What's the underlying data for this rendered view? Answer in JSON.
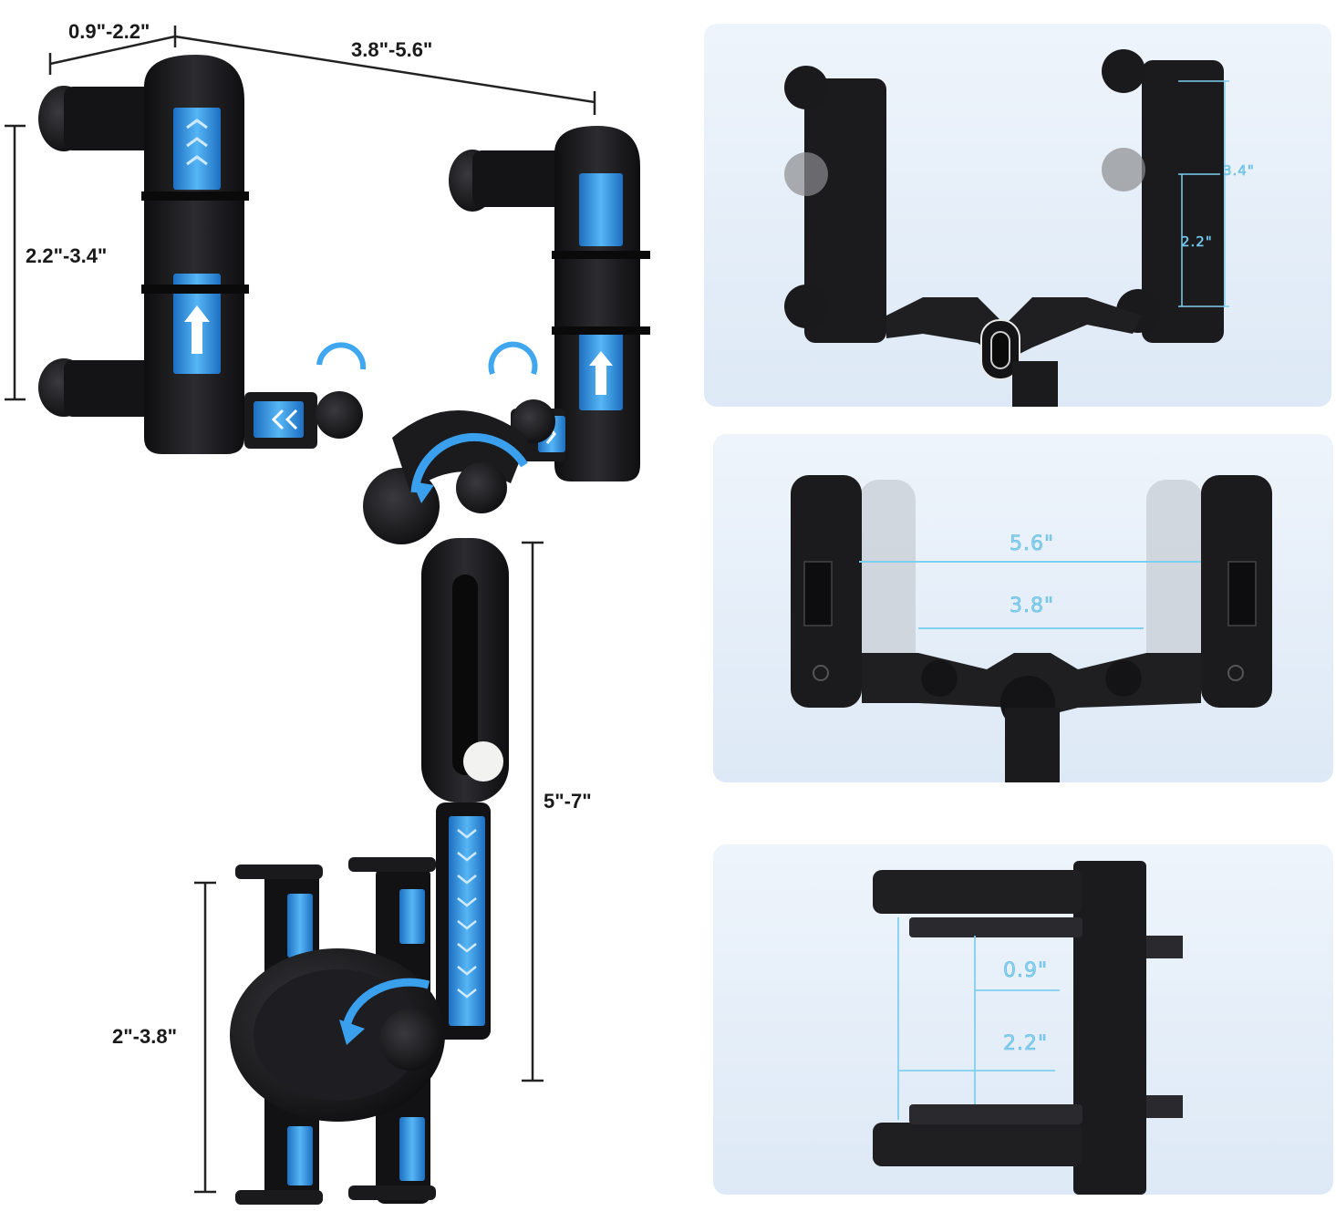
{
  "main_view": {
    "depth_label": "0.9\"-2.2\"",
    "width_label": "3.8\"-5.6\"",
    "upper_height_label": "2.2\"-3.4\"",
    "arm_length_label": "5\"-7\"",
    "phone_width_label": "2\"-3.8\""
  },
  "panel_top": {
    "max_label": "3.4\"",
    "min_label": "2.2\""
  },
  "panel_middle": {
    "max_label": "5.6\"",
    "min_label": "3.8\""
  },
  "panel_bottom": {
    "min_label": "0.9\"",
    "max_label": "2.2\""
  },
  "colors": {
    "accent_blue": "#2f8fe0",
    "measure_cyan": "#7fd0ef",
    "device_black": "#1b1b1d",
    "panel_bg": "#e4eef9"
  }
}
